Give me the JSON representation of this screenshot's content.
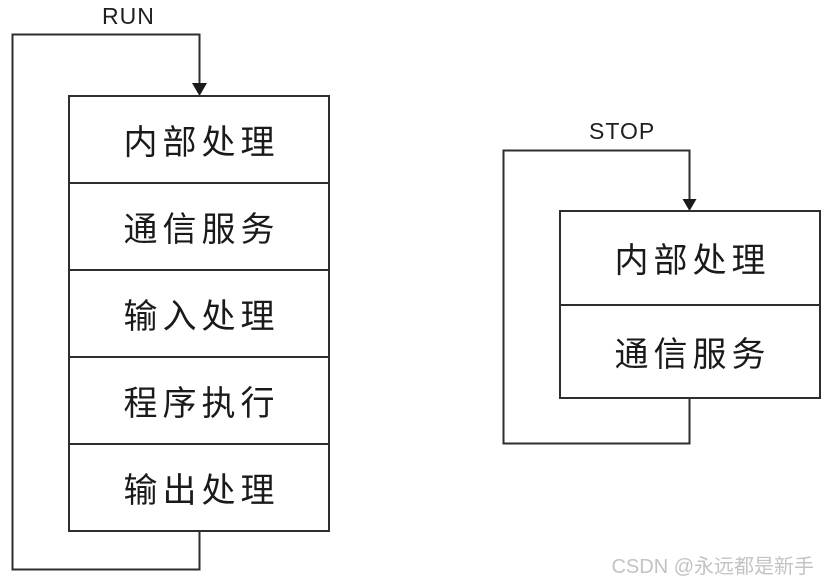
{
  "page": {
    "background": "#ffffff",
    "line_color": "#2e2e2e",
    "text_color": "#1a1a1a"
  },
  "diagrams": [
    {
      "id": "run-cycle",
      "label": "RUN",
      "boxes": [
        "内部处理",
        "通信服务",
        "输入处理",
        "程序执行",
        "输出处理"
      ]
    },
    {
      "id": "stop-cycle",
      "label": "STOP",
      "boxes": [
        "内部处理",
        "通信服务"
      ]
    }
  ],
  "watermark": {
    "text": "CSDN @永远都是新手",
    "color": "#c3c3c3"
  }
}
